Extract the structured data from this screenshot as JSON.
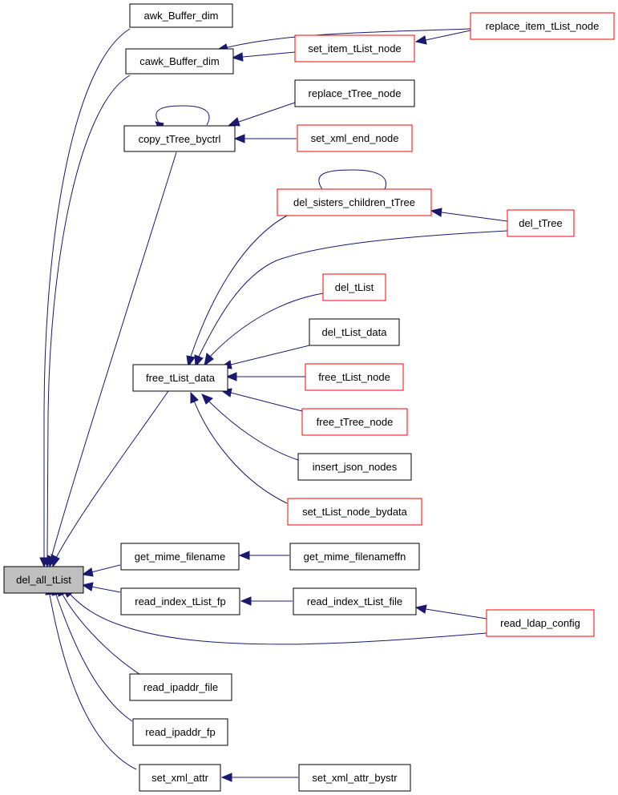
{
  "colors": {
    "edge": "#191970",
    "box_black": "#000000",
    "box_red": "#ff0000",
    "focus_fill": "#bfbfbf"
  },
  "nodes": {
    "del_all_tList": {
      "label": "del_all_tList",
      "border": "black",
      "focus": true
    },
    "awk_Buffer_dim": {
      "label": "awk_Buffer_dim",
      "border": "black"
    },
    "cawk_Buffer_dim": {
      "label": "cawk_Buffer_dim",
      "border": "black"
    },
    "copy_tTree_byctrl": {
      "label": "copy_tTree_byctrl",
      "border": "black"
    },
    "free_tList_data": {
      "label": "free_tList_data",
      "border": "black"
    },
    "get_mime_filename": {
      "label": "get_mime_filename",
      "border": "black"
    },
    "read_index_tList_fp": {
      "label": "read_index_tList_fp",
      "border": "black"
    },
    "read_ipaddr_file": {
      "label": "read_ipaddr_file",
      "border": "black"
    },
    "read_ipaddr_fp": {
      "label": "read_ipaddr_fp",
      "border": "black"
    },
    "set_xml_attr": {
      "label": "set_xml_attr",
      "border": "black"
    },
    "set_item_tList_node": {
      "label": "set_item_tList_node",
      "border": "red"
    },
    "replace_item_tList_node": {
      "label": "replace_item_tList_node",
      "border": "red"
    },
    "replace_tTree_node": {
      "label": "replace_tTree_node",
      "border": "black"
    },
    "set_xml_end_node": {
      "label": "set_xml_end_node",
      "border": "red"
    },
    "del_sisters_children_tTree": {
      "label": "del_sisters_children_tTree",
      "border": "red"
    },
    "del_tTree": {
      "label": "del_tTree",
      "border": "red"
    },
    "del_tList": {
      "label": "del_tList",
      "border": "red"
    },
    "del_tList_data": {
      "label": "del_tList_data",
      "border": "black"
    },
    "free_tList_node": {
      "label": "free_tList_node",
      "border": "red"
    },
    "free_tTree_node": {
      "label": "free_tTree_node",
      "border": "red"
    },
    "insert_json_nodes": {
      "label": "insert_json_nodes",
      "border": "black"
    },
    "set_tList_node_bydata": {
      "label": "set_tList_node_bydata",
      "border": "red"
    },
    "get_mime_filenameffn": {
      "label": "get_mime_filenameffn",
      "border": "black"
    },
    "read_index_tList_file": {
      "label": "read_index_tList_file",
      "border": "black"
    },
    "read_ldap_config": {
      "label": "read_ldap_config",
      "border": "red"
    },
    "set_xml_attr_bystr": {
      "label": "set_xml_attr_bystr",
      "border": "black"
    }
  },
  "edges": [
    {
      "from": "awk_Buffer_dim",
      "to": "del_all_tList"
    },
    {
      "from": "cawk_Buffer_dim",
      "to": "del_all_tList"
    },
    {
      "from": "copy_tTree_byctrl",
      "to": "del_all_tList"
    },
    {
      "from": "free_tList_data",
      "to": "del_all_tList"
    },
    {
      "from": "get_mime_filename",
      "to": "del_all_tList"
    },
    {
      "from": "read_index_tList_fp",
      "to": "del_all_tList"
    },
    {
      "from": "read_ldap_config",
      "to": "del_all_tList"
    },
    {
      "from": "read_ipaddr_file",
      "to": "del_all_tList"
    },
    {
      "from": "read_ipaddr_fp",
      "to": "del_all_tList"
    },
    {
      "from": "set_xml_attr",
      "to": "del_all_tList"
    },
    {
      "from": "replace_item_tList_node",
      "to": "cawk_Buffer_dim"
    },
    {
      "from": "set_item_tList_node",
      "to": "cawk_Buffer_dim"
    },
    {
      "from": "replace_item_tList_node",
      "to": "set_item_tList_node"
    },
    {
      "from": "copy_tTree_byctrl",
      "to": "copy_tTree_byctrl"
    },
    {
      "from": "replace_tTree_node",
      "to": "copy_tTree_byctrl"
    },
    {
      "from": "set_xml_end_node",
      "to": "copy_tTree_byctrl"
    },
    {
      "from": "del_sisters_children_tTree",
      "to": "free_tList_data"
    },
    {
      "from": "del_tTree",
      "to": "free_tList_data"
    },
    {
      "from": "del_tList",
      "to": "free_tList_data"
    },
    {
      "from": "del_tList_data",
      "to": "free_tList_data"
    },
    {
      "from": "free_tList_node",
      "to": "free_tList_data"
    },
    {
      "from": "free_tTree_node",
      "to": "free_tList_data"
    },
    {
      "from": "insert_json_nodes",
      "to": "free_tList_data"
    },
    {
      "from": "set_tList_node_bydata",
      "to": "free_tList_data"
    },
    {
      "from": "del_sisters_children_tTree",
      "to": "del_sisters_children_tTree"
    },
    {
      "from": "del_tTree",
      "to": "del_sisters_children_tTree"
    },
    {
      "from": "get_mime_filenameffn",
      "to": "get_mime_filename"
    },
    {
      "from": "read_index_tList_file",
      "to": "read_index_tList_fp"
    },
    {
      "from": "read_ldap_config",
      "to": "read_index_tList_file"
    },
    {
      "from": "set_xml_attr_bystr",
      "to": "set_xml_attr"
    }
  ]
}
